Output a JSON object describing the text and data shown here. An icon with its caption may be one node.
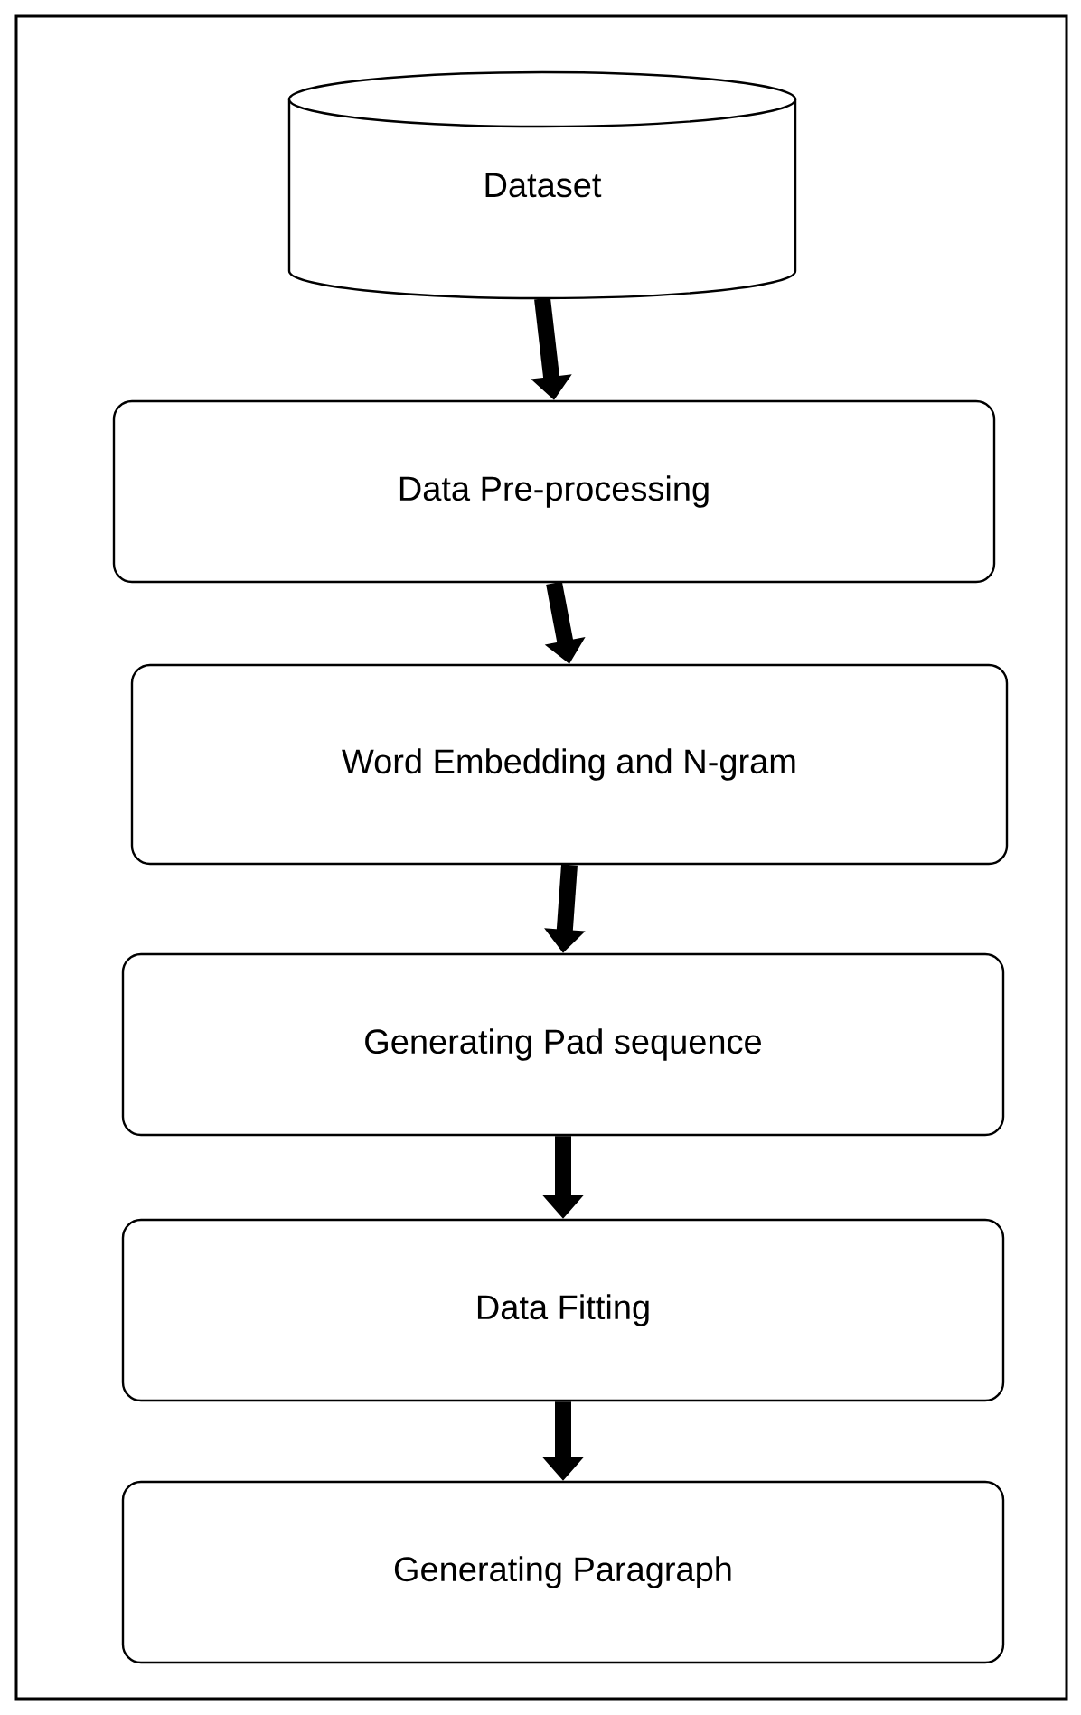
{
  "diagram": {
    "nodes": [
      {
        "text": [
          "Dataset"
        ]
      },
      {
        "text": [
          "Data Pre-processing"
        ]
      },
      {
        "text": [
          "Word Embedding and N-gram"
        ]
      },
      {
        "text": [
          "Generating Pad sequence"
        ]
      },
      {
        "text": [
          "Data Fitting"
        ]
      },
      {
        "text": [
          "Generating Paragraph"
        ]
      }
    ],
    "edges": [
      {
        "from": 0,
        "to": 1,
        "arrow": "to"
      },
      {
        "from": 1,
        "to": 2,
        "arrow": "to"
      },
      {
        "from": 2,
        "to": 3,
        "arrow": "to"
      },
      {
        "from": 3,
        "to": 4,
        "arrow": "to"
      },
      {
        "from": 4,
        "to": 5,
        "arrow": "to"
      }
    ]
  }
}
